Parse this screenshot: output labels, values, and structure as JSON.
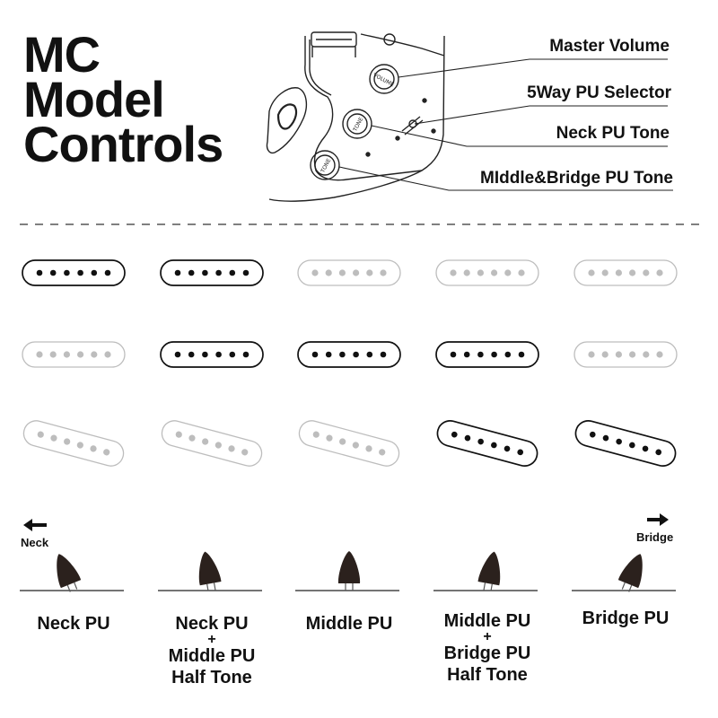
{
  "title": {
    "line1": "MC",
    "line2": "Model",
    "line3": "Controls"
  },
  "controls": [
    {
      "label": "Master Volume",
      "knob_text": "VOLUME"
    },
    {
      "label": "5Way PU Selector"
    },
    {
      "label": "Neck PU Tone",
      "knob_text": "TONE"
    },
    {
      "label": "MIddle&Bridge PU Tone",
      "knob_text": "TONE"
    }
  ],
  "pickup_rows": [
    "neck",
    "middle",
    "bridge"
  ],
  "positions": [
    {
      "lines": [
        "Neck PU"
      ],
      "active": [
        true,
        false,
        false
      ],
      "lever_tilt": -22
    },
    {
      "lines": [
        "Neck PU",
        "+",
        "Middle PU",
        "Half Tone"
      ],
      "active": [
        true,
        true,
        false
      ],
      "lever_tilt": -10
    },
    {
      "lines": [
        "Middle PU"
      ],
      "active": [
        false,
        true,
        false
      ],
      "lever_tilt": 0
    },
    {
      "lines": [
        "Middle PU",
        "+",
        "Bridge PU",
        "Half Tone"
      ],
      "active": [
        false,
        true,
        true
      ],
      "lever_tilt": 10
    },
    {
      "lines": [
        "Bridge PU"
      ],
      "active": [
        false,
        false,
        true
      ],
      "lever_tilt": 22
    }
  ],
  "directions": {
    "neck": "Neck",
    "bridge": "Bridge"
  },
  "colors": {
    "active": "#111111",
    "inactive": "#bdbdbd",
    "lever": "#2b211d"
  }
}
